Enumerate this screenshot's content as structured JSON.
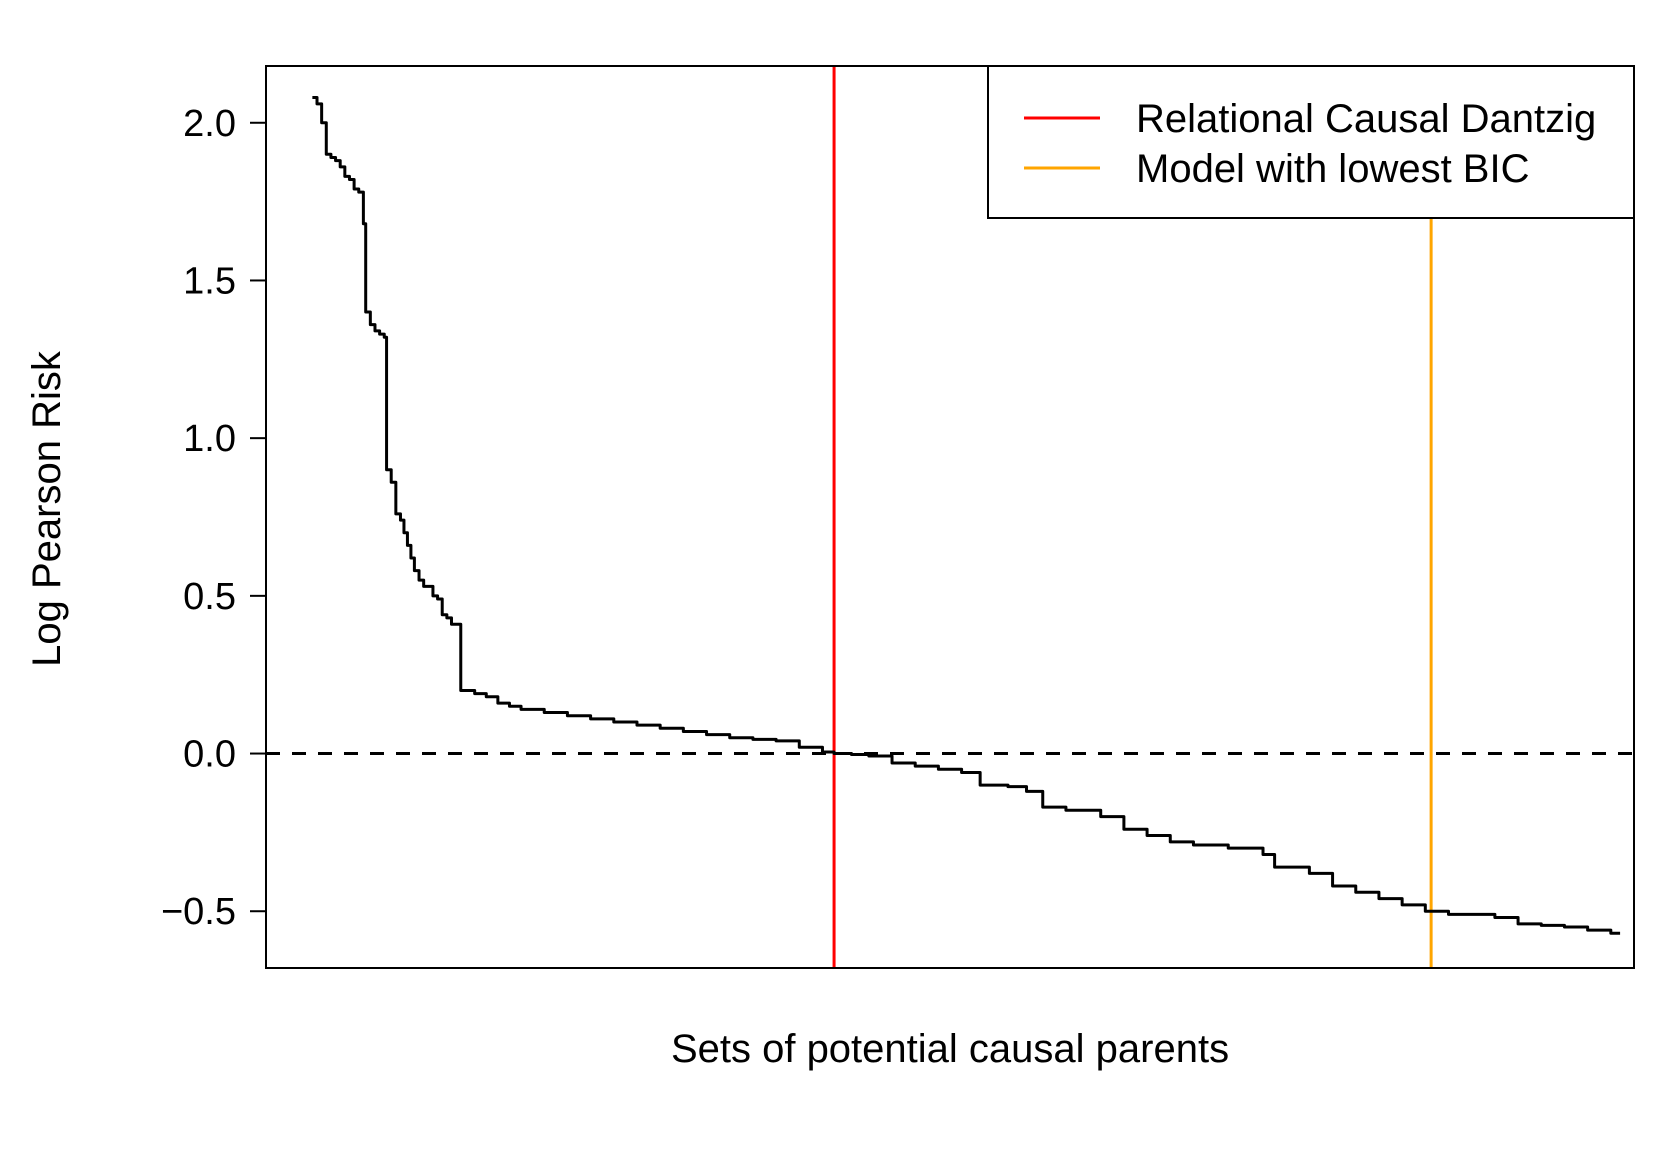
{
  "chart_data": {
    "type": "line",
    "title": "",
    "xlabel": "Sets of potential causal parents",
    "ylabel": "Log Pearson Risk",
    "xlim": [
      -40,
      1140
    ],
    "ylim": [
      -0.68,
      2.18
    ],
    "y_ticks": [
      -0.5,
      0.0,
      0.5,
      1.0,
      1.5,
      2.0
    ],
    "y_tick_labels": [
      "−0.5",
      "0.0",
      "0.5",
      "1.0",
      "1.5",
      "2.0"
    ],
    "x_ticks_shown": false,
    "grid": false,
    "legend_position": "top-right",
    "reference_line": {
      "y": 0.0,
      "style": "dashed",
      "color": "#000000"
    },
    "vlines": [
      {
        "name": "Relational Causal Dantzig",
        "x": 450,
        "color": "#ff0000"
      },
      {
        "name": "Model with lowest BIC",
        "x": 965,
        "color": "#ffa500"
      }
    ],
    "series": [
      {
        "color": "#000000",
        "step": true,
        "points": [
          [
            0,
            2.08
          ],
          [
            4,
            2.06
          ],
          [
            8,
            2.0
          ],
          [
            12,
            1.9
          ],
          [
            16,
            1.89
          ],
          [
            20,
            1.88
          ],
          [
            24,
            1.86
          ],
          [
            28,
            1.83
          ],
          [
            32,
            1.82
          ],
          [
            36,
            1.79
          ],
          [
            40,
            1.78
          ],
          [
            44,
            1.68
          ],
          [
            46,
            1.4
          ],
          [
            50,
            1.36
          ],
          [
            54,
            1.34
          ],
          [
            58,
            1.33
          ],
          [
            62,
            1.32
          ],
          [
            64,
            0.9
          ],
          [
            68,
            0.86
          ],
          [
            72,
            0.76
          ],
          [
            76,
            0.74
          ],
          [
            79,
            0.7
          ],
          [
            82,
            0.66
          ],
          [
            85,
            0.62
          ],
          [
            88,
            0.58
          ],
          [
            92,
            0.55
          ],
          [
            96,
            0.53
          ],
          [
            100,
            0.53
          ],
          [
            104,
            0.5
          ],
          [
            108,
            0.49
          ],
          [
            112,
            0.44
          ],
          [
            116,
            0.43
          ],
          [
            120,
            0.41
          ],
          [
            124,
            0.41
          ],
          [
            128,
            0.2
          ],
          [
            140,
            0.19
          ],
          [
            150,
            0.18
          ],
          [
            160,
            0.16
          ],
          [
            170,
            0.15
          ],
          [
            180,
            0.14
          ],
          [
            200,
            0.13
          ],
          [
            220,
            0.12
          ],
          [
            240,
            0.11
          ],
          [
            260,
            0.1
          ],
          [
            280,
            0.09
          ],
          [
            300,
            0.08
          ],
          [
            320,
            0.07
          ],
          [
            340,
            0.06
          ],
          [
            360,
            0.05
          ],
          [
            380,
            0.045
          ],
          [
            400,
            0.04
          ],
          [
            420,
            0.02
          ],
          [
            440,
            0.005
          ],
          [
            450,
            0.0
          ],
          [
            465,
            -0.003
          ],
          [
            480,
            -0.008
          ],
          [
            500,
            -0.03
          ],
          [
            520,
            -0.04
          ],
          [
            540,
            -0.05
          ],
          [
            560,
            -0.06
          ],
          [
            576,
            -0.1
          ],
          [
            600,
            -0.105
          ],
          [
            616,
            -0.12
          ],
          [
            630,
            -0.17
          ],
          [
            650,
            -0.18
          ],
          [
            680,
            -0.2
          ],
          [
            700,
            -0.24
          ],
          [
            720,
            -0.26
          ],
          [
            740,
            -0.28
          ],
          [
            760,
            -0.29
          ],
          [
            790,
            -0.3
          ],
          [
            820,
            -0.32
          ],
          [
            830,
            -0.36
          ],
          [
            860,
            -0.38
          ],
          [
            880,
            -0.42
          ],
          [
            900,
            -0.44
          ],
          [
            920,
            -0.46
          ],
          [
            940,
            -0.48
          ],
          [
            960,
            -0.5
          ],
          [
            980,
            -0.51
          ],
          [
            1000,
            -0.51
          ],
          [
            1020,
            -0.52
          ],
          [
            1040,
            -0.54
          ],
          [
            1060,
            -0.545
          ],
          [
            1080,
            -0.55
          ],
          [
            1100,
            -0.56
          ],
          [
            1120,
            -0.57
          ],
          [
            1128,
            -0.57
          ]
        ]
      }
    ]
  }
}
